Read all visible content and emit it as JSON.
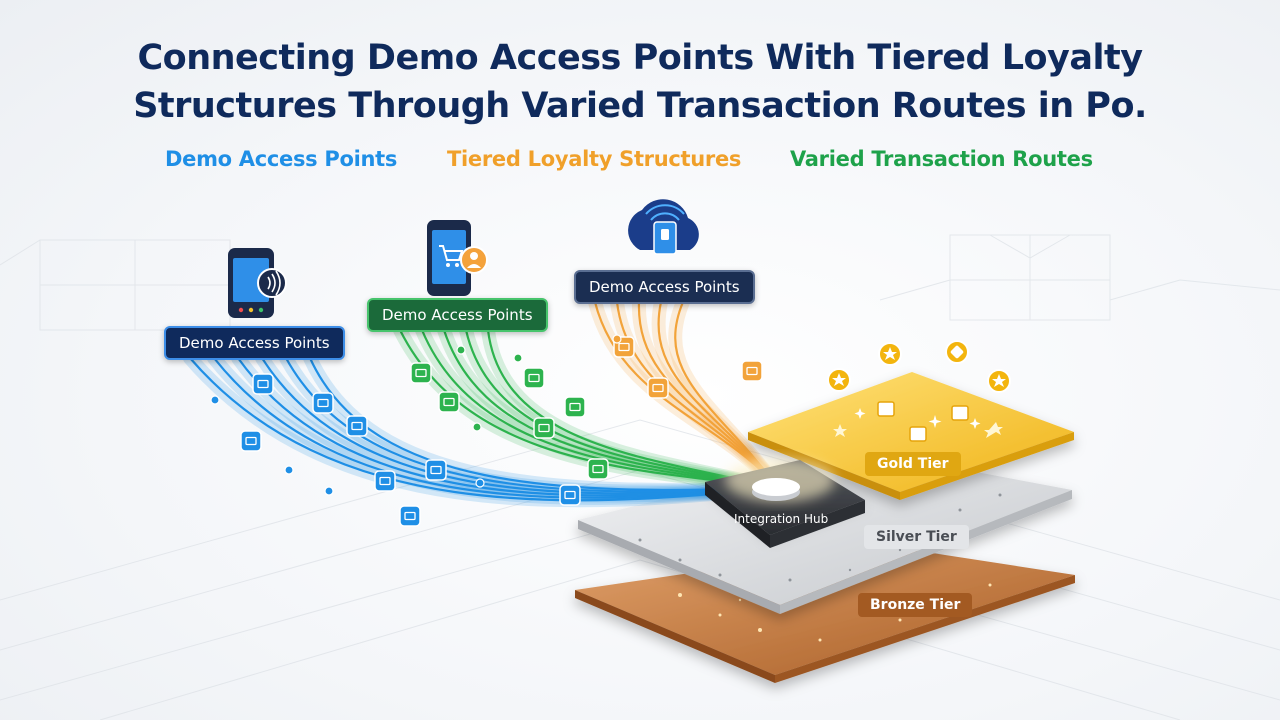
{
  "header": {
    "title_line1": "Connecting Demo Access Points With Tiered Loyalty",
    "title_line2": "Structures Through Varied Transaction Routes in Po."
  },
  "legend": [
    {
      "label": "Demo Access Points",
      "color": "#1f8fe6"
    },
    {
      "label": "Tiered Loyalty Structures",
      "color": "#f0a02a"
    },
    {
      "label": "Varied Transaction Routes",
      "color": "#1ea24a"
    }
  ],
  "access_points": [
    {
      "label": "Demo Access Points",
      "device": "pos-terminal-icon",
      "route_color": "#1f8fe6"
    },
    {
      "label": "Demo Access Points",
      "device": "mobile-shopping-icon",
      "route_color": "#2db34e"
    },
    {
      "label": "Demo Access Points",
      "device": "cloud-nfc-icon",
      "route_color": "#f2a33a"
    }
  ],
  "hub": {
    "label": "Integration Hub"
  },
  "tiers": [
    {
      "label": "Gold Tier",
      "color": "#f3c227"
    },
    {
      "label": "Silver Tier",
      "color": "#d9dbde"
    },
    {
      "label": "Bronze Tier",
      "color": "#c77a3c"
    }
  ]
}
